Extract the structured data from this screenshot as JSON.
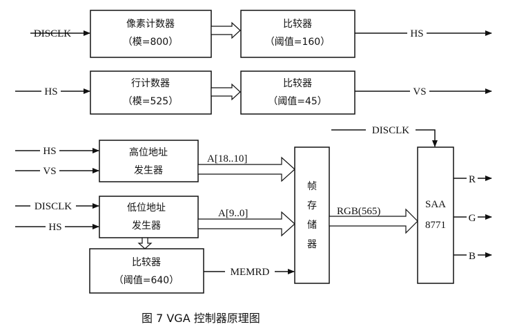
{
  "blocks": {
    "pixel_counter": {
      "line1": "像素计数器",
      "line2": "（模=800）"
    },
    "compare_hs": {
      "line1": "比较器",
      "line2": "（阈值=160）"
    },
    "line_counter": {
      "line1": "行计数器",
      "line2": "（模=525）"
    },
    "compare_vs": {
      "line1": "比较器",
      "line2": "（阈值=45）"
    },
    "high_addr": {
      "line1": "高位地址",
      "line2": "发生器"
    },
    "low_addr": {
      "line1": "低位地址",
      "line2": "发生器"
    },
    "compare_mem": {
      "line1": "比较器",
      "line2": "（阈值=640）"
    },
    "frame_mem": {
      "chars": [
        "帧",
        "存",
        "储",
        "器"
      ]
    },
    "dac": {
      "line1": "SAA",
      "line2": "8771"
    }
  },
  "signals": {
    "disclk_1": "DISCLK",
    "hs_out": "HS",
    "hs_in_2": "HS",
    "vs_out": "VS",
    "hs_in_3": "HS",
    "vs_in_3": "VS",
    "disclk_4": "DISCLK",
    "hs_in_4": "HS",
    "addr_high": "A[18..10]",
    "addr_low": "A[9..0]",
    "rgb": "RGB(565)",
    "memrd": "MEMRD",
    "disclk_dac": "DISCLK",
    "r_out": "R",
    "g_out": "G",
    "b_out": "B"
  },
  "caption": "图 7 VGA 控制器原理图"
}
